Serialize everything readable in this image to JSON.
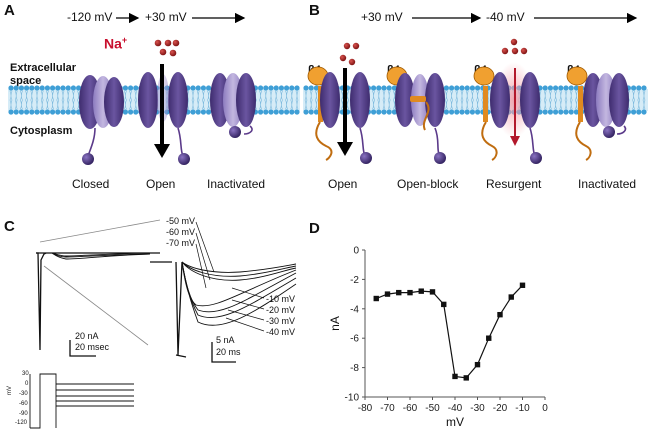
{
  "panels": {
    "a": "A",
    "b": "B",
    "c": "C",
    "d": "D"
  },
  "panel_a": {
    "voltage_left": "-120 mV",
    "voltage_right": "+30 mV",
    "ion": "Na",
    "ion_charge": "+",
    "extracellular_line1": "Extracellular",
    "extracellular_line2": "space",
    "cytosplasm": "Cytosplasm",
    "states": [
      "Closed",
      "Open",
      "Inactivated"
    ]
  },
  "panel_b": {
    "voltage_left": "+30 mV",
    "voltage_right": "-40 mV",
    "subunit": "β4",
    "states": [
      "Open",
      "Open-block",
      "Resurgent",
      "Inactivated"
    ]
  },
  "panel_c": {
    "left_voltages": [
      "-50 mV",
      "-60 mV",
      "-70 mV"
    ],
    "right_voltages": [
      "-10 mV",
      "-20 mV",
      "-30 mV",
      "-40 mV"
    ],
    "scale1_current": "20 nA",
    "scale1_time": "20 msec",
    "scale2_current": "5 nA",
    "scale2_time": "20 ms",
    "protocol_ylabel": "mV",
    "protocol_ticks": [
      "30",
      "0",
      "-30",
      "-60",
      "-90",
      "-120"
    ]
  },
  "chart_data": {
    "type": "line",
    "xlabel": "mV",
    "ylabel": "nA",
    "xlim": [
      -80,
      0
    ],
    "ylim": [
      -10,
      0
    ],
    "xticks": [
      -80,
      -70,
      -60,
      -50,
      -40,
      -30,
      -20,
      -10,
      0
    ],
    "yticks": [
      0,
      -2,
      -4,
      -6,
      -8,
      -10
    ],
    "series": [
      {
        "x": [
          -75,
          -70,
          -65,
          -60,
          -55,
          -50,
          -45,
          -40,
          -35,
          -30,
          -25,
          -20,
          -15,
          -10
        ],
        "y": [
          -3.3,
          -3.0,
          -2.9,
          -2.9,
          -2.8,
          -2.85,
          -3.7,
          -8.6,
          -8.7,
          -7.8,
          -6.0,
          -4.4,
          -3.2,
          -2.4
        ]
      }
    ]
  }
}
